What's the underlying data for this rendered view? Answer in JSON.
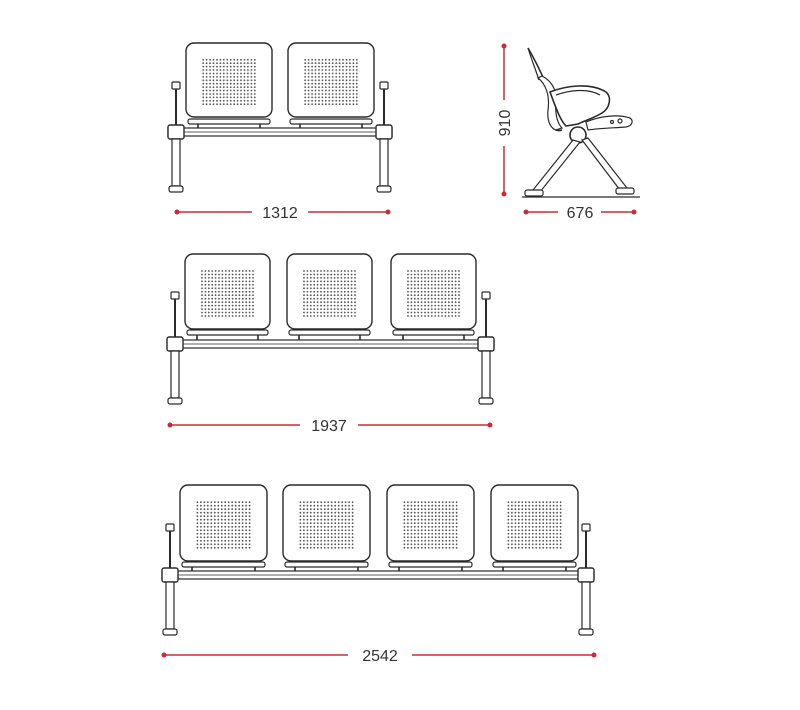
{
  "colors": {
    "dimension": "#cc2b36",
    "outline": "#2a2a2a",
    "perforation": "#555555",
    "label": "#333333"
  },
  "dimensions": {
    "two_seat_width": "1312",
    "side_height": "910",
    "side_depth": "676",
    "three_seat_width": "1937",
    "four_seat_width": "2542"
  },
  "benches": [
    {
      "seats": 2
    },
    {
      "seats": 3
    },
    {
      "seats": 4
    }
  ]
}
